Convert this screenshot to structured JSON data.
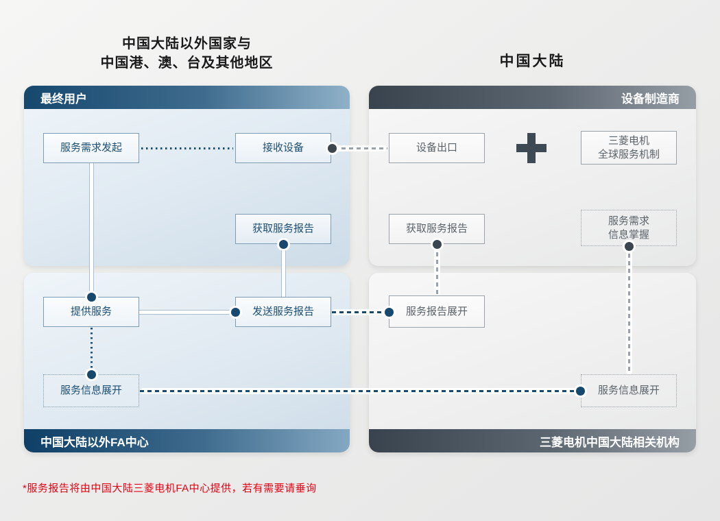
{
  "page": {
    "region_titles": {
      "overseas_line1": "中国大陆以外国家与",
      "overseas_line2": "中国港、澳、台及其他地区",
      "mainland": "中国大陆"
    },
    "footnote": "*服务报告将由中国大陆三菱电机FA中心提供，若有需要请垂询"
  },
  "overseas": {
    "top_band": "最终用户",
    "bottom_band": "中国大陆以外FA中心",
    "nodes": {
      "service_request": "服务需求发起",
      "receive_equipment": "接收设备",
      "get_service_report": "获取服务报告",
      "provide_service": "提供服务",
      "send_service_report": "发送服务报告",
      "service_info_deploy": "服务信息展开"
    }
  },
  "mainland": {
    "top_band": "设备制造商",
    "bottom_band": "三菱电机中国大陆相关机构",
    "nodes": {
      "equipment_export": "设备出口",
      "plus_icon": "+",
      "mitsubishi_global_line1": "三菱电机",
      "mitsubishi_global_line2": "全球服务机制",
      "get_service_report": "获取服务报告",
      "demand_info_line1": "服务需求",
      "demand_info_line2": "信息掌握",
      "service_report_deploy": "服务报告展开",
      "service_info_deploy": "服务信息展开"
    }
  },
  "colors": {
    "navy_accent": "#17486d",
    "slate_accent": "#3d4953",
    "band_blue_dark": "#0e3f66",
    "band_gray_dark": "#39434d",
    "note_red": "#e60012"
  }
}
